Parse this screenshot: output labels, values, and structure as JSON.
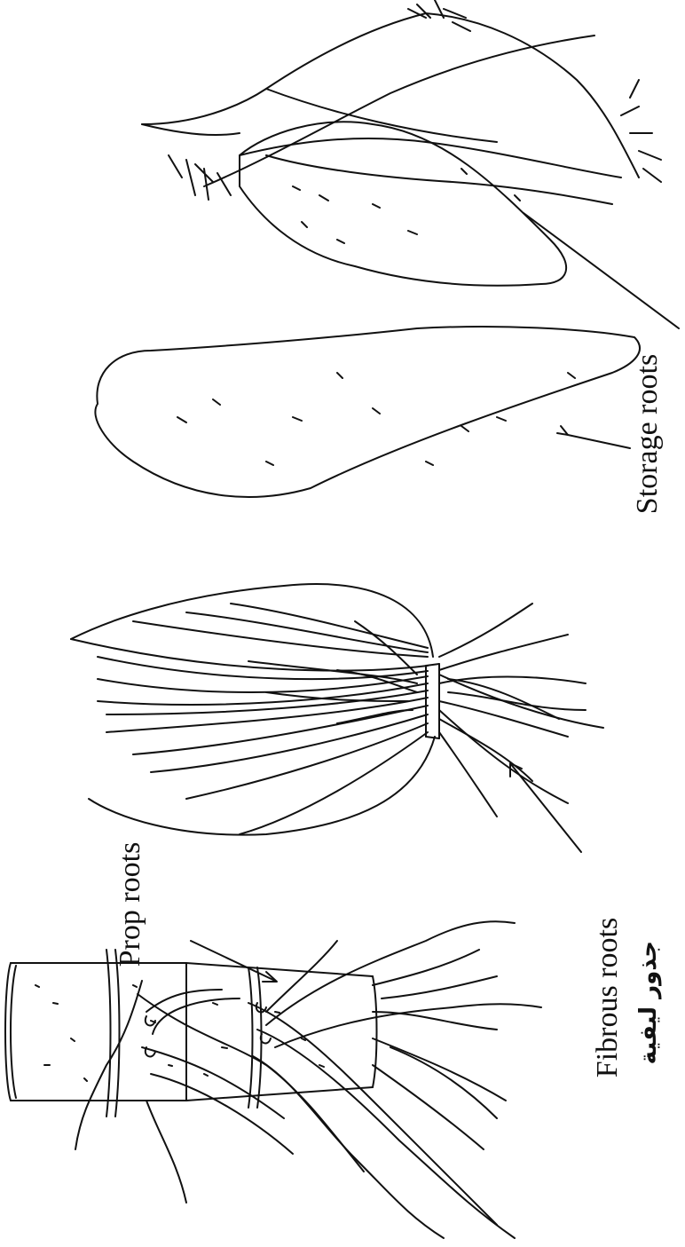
{
  "labels": {
    "prop_roots": "Prop roots",
    "fibrous_roots": "Fibrous roots",
    "fibrous_roots_arabic": "جذور ليفية",
    "storage_roots": "Storage roots"
  },
  "colors": {
    "ink": "#111111",
    "background": "#ffffff"
  }
}
